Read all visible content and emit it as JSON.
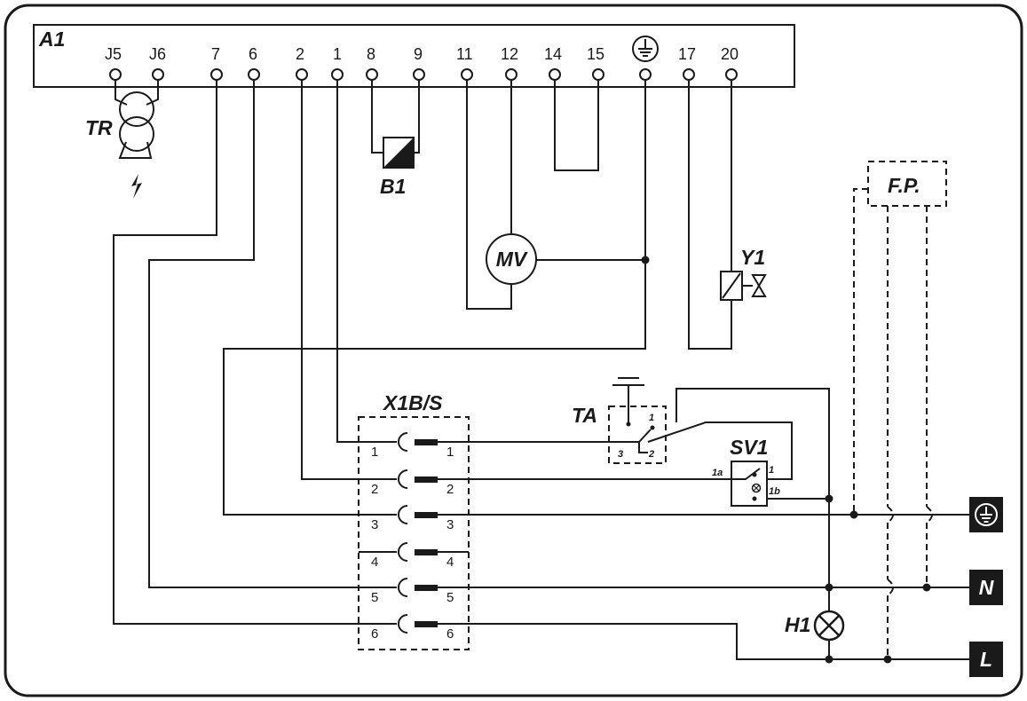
{
  "board": {
    "name": "A1",
    "terminals": [
      "J5",
      "J6",
      "7",
      "6",
      "2",
      "1",
      "8",
      "9",
      "11",
      "12",
      "14",
      "15",
      "17",
      "20"
    ]
  },
  "components": {
    "transformer": "TR",
    "sensor": "B1",
    "motor_valve": "MV",
    "gas_valve": "Y1",
    "fuse_box": "F.P.",
    "connector": "X1B/S",
    "thermostat": "TA",
    "safety_valve": "SV1",
    "lamp": "H1"
  },
  "connector_pins": [
    "1",
    "2",
    "3",
    "4",
    "5",
    "6"
  ],
  "ta_contacts": {
    "c1": "1",
    "c2": "2",
    "c3": "3"
  },
  "sv1_contacts": {
    "a": "1a",
    "b": "1b",
    "c": "1"
  },
  "mains": {
    "neutral": "N",
    "line": "L",
    "earth_icon": "earth-ground-icon"
  }
}
